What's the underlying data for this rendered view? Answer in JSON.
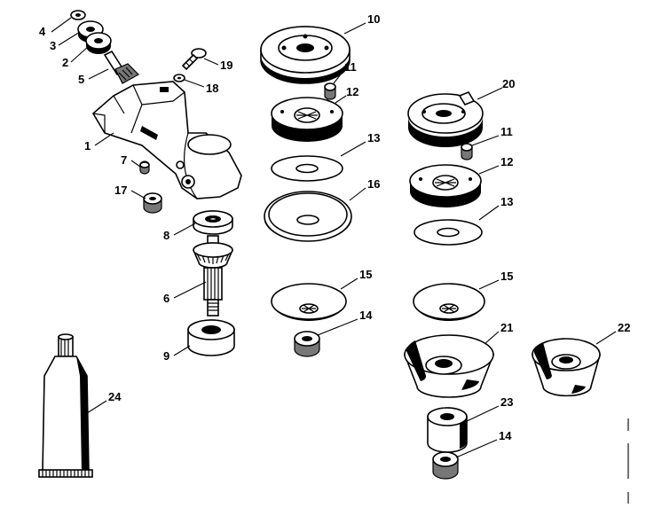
{
  "labels": {
    "l1": "1",
    "l2": "2",
    "l3": "3",
    "l4": "4",
    "l5": "5",
    "l6": "6",
    "l7": "7",
    "l8": "8",
    "l9": "9",
    "l10": "10",
    "l11a": "11",
    "l11b": "11",
    "l12a": "12",
    "l12b": "12",
    "l13a": "13",
    "l13b": "13",
    "l14a": "14",
    "l14b": "14",
    "l15a": "15",
    "l15b": "15",
    "l16": "16",
    "l17": "17",
    "l18": "18",
    "l19": "19",
    "l20": "20",
    "l21": "21",
    "l22": "22",
    "l23": "23",
    "l24": "24"
  }
}
